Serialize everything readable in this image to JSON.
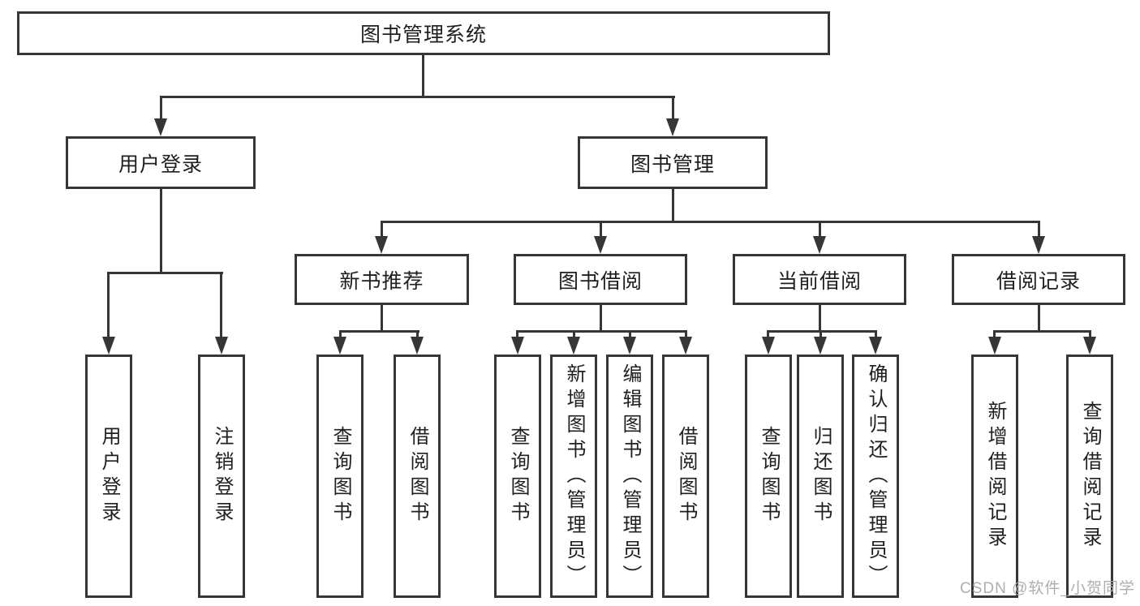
{
  "diagram": {
    "root": {
      "label": "图书管理系统"
    },
    "level2": [
      {
        "label": "用户登录"
      },
      {
        "label": "图书管理"
      }
    ],
    "level3": [
      {
        "label": "新书推荐"
      },
      {
        "label": "图书借阅"
      },
      {
        "label": "当前借阅"
      },
      {
        "label": "借阅记录"
      }
    ],
    "leaves": {
      "user_login": [
        "用户登录",
        "注销登录"
      ],
      "new_books": [
        "查询图书",
        "借阅图书"
      ],
      "book_borrow": [
        "查询图书",
        "新增图书（管理员）",
        "编辑图书（管理员）",
        "借阅图书"
      ],
      "current_borrow": [
        "查询图书",
        "归还图书",
        "确认归还（管理员）"
      ],
      "borrow_records": [
        "新增借阅记录",
        "查询借阅记录"
      ]
    }
  },
  "watermark": {
    "text": "CSDN @软件_小贺同学"
  },
  "colors": {
    "line": "#363636",
    "text": "#1f1f1f",
    "watermark_text": "#a8a8a8",
    "background": "#ffffff"
  }
}
